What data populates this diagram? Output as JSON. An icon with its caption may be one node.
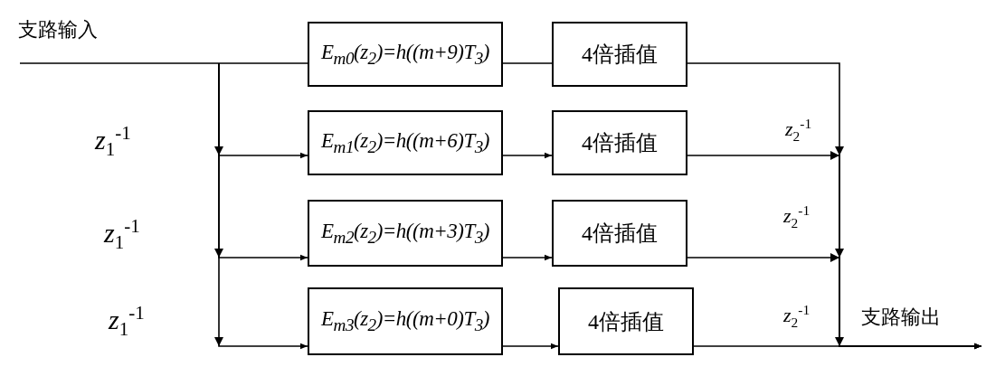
{
  "diagram": {
    "nodes": [
      {
        "text": [
          "E$_{m0}$(z$_{2}$)=h((m+9)T$_{3}$)"
        ]
      },
      {
        "text": [
          "4倍插值"
        ]
      },
      {
        "text": [
          "E$_{m1}$(z$_{2}$)=h((m+6)T$_{3}$)"
        ]
      },
      {
        "text": [
          "4倍插值"
        ]
      },
      {
        "text": [
          "E$_{m2}$(z$_{2}$)=h((m+3)T$_{3}$)"
        ]
      },
      {
        "text": [
          "4倍插值"
        ]
      },
      {
        "text": [
          "E$_{m3}$(z$_{2}$)=h((m+0)T$_{3}$)"
        ]
      },
      {
        "text": [
          "4倍插值"
        ]
      }
    ],
    "edges": [
      {
        "from": null,
        "to": 0,
        "arrow": "none"
      },
      {
        "from": null,
        "to": 2,
        "arrow": "to"
      },
      {
        "from": null,
        "to": 4,
        "arrow": "to"
      },
      {
        "from": null,
        "to": 6,
        "arrow": "to"
      },
      {
        "from": 0,
        "to": 1,
        "arrow": "none"
      },
      {
        "from": 2,
        "to": 3,
        "arrow": "to"
      },
      {
        "from": 4,
        "to": 5,
        "arrow": "to"
      },
      {
        "from": 6,
        "to": 7,
        "arrow": "to"
      },
      {
        "from": 1,
        "to": null,
        "arrow": "to"
      },
      {
        "from": 3,
        "to": null,
        "arrow": "to"
      },
      {
        "from": 5,
        "to": null,
        "arrow": "to"
      },
      {
        "from": 7,
        "to": null,
        "arrow": "to"
      }
    ],
    "labels": [
      "支路输入",
      "z$_{1}$$^{-1}$",
      "z$_{2}$$^{-1}$",
      "z$_{1}$$^{-1}$",
      "z$_{2}$$^{-1}$",
      "z$_{1}$$^{-1}$",
      "z$_{2}$$^{-1}$",
      "支路输出"
    ]
  }
}
